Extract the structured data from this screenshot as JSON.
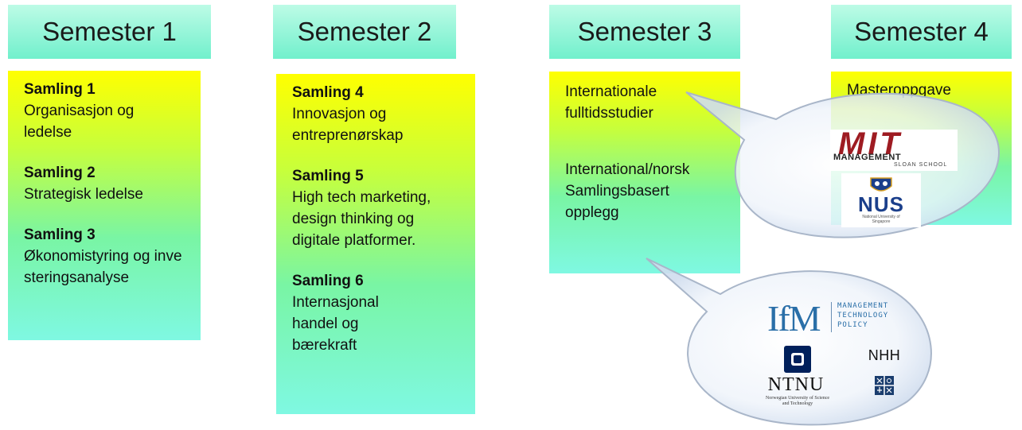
{
  "semesters": [
    {
      "title": "Semester 1"
    },
    {
      "title": "Semester 2"
    },
    {
      "title": "Semester 3"
    },
    {
      "title": "Semester 4"
    }
  ],
  "sem1": {
    "s1_head": "Samling 1",
    "s1_text": "Organisasjon og ledelse",
    "s2_head": "Samling 2",
    "s2_text": "Strategisk ledelse",
    "s3_head": "Samling 3",
    "s3_text": "Økonomistyring og investeringsanalyse"
  },
  "sem2": {
    "s4_head": "Samling 4",
    "s4_text": "Innovasjon og entreprenørskap",
    "s5_head": "Samling 5",
    "s5_text": "High tech marketing, design thinking og digitale platformer.",
    "s6_head": "Samling 6",
    "s6_text": "Internasjonal handel og bærekraft"
  },
  "sem3": {
    "intl_full": "Internationale fulltidsstudier",
    "intl_norsk": "International/norsk Samlingsbasert opplegg"
  },
  "sem4": {
    "text": "Masteroppgave"
  },
  "logos": {
    "mit_main": "MIT",
    "mit_sub1": "MANAGEMENT",
    "mit_sub2": "SLOAN SCHOOL",
    "nus_main": "NUS",
    "nus_sub": "National University of Singapore",
    "ifm_main": "IfM",
    "ifm_l1": "MANAGEMENT",
    "ifm_l2": "TECHNOLOGY",
    "ifm_l3": "POLICY",
    "ntnu_main": "NTNU",
    "ntnu_sub": "Norwegian University of Science and Technology",
    "nhh_main": "NHH"
  },
  "colors": {
    "header_top": "#bdfbe6",
    "header_bottom": "#71f0cc",
    "box_top": "#ffff00",
    "box_bottom": "#7ff8e2",
    "mit_red": "#9e1b22",
    "nus_blue": "#1b3f8b",
    "ntnu_navy": "#00205b",
    "ifm_blue": "#2a6fa8"
  }
}
